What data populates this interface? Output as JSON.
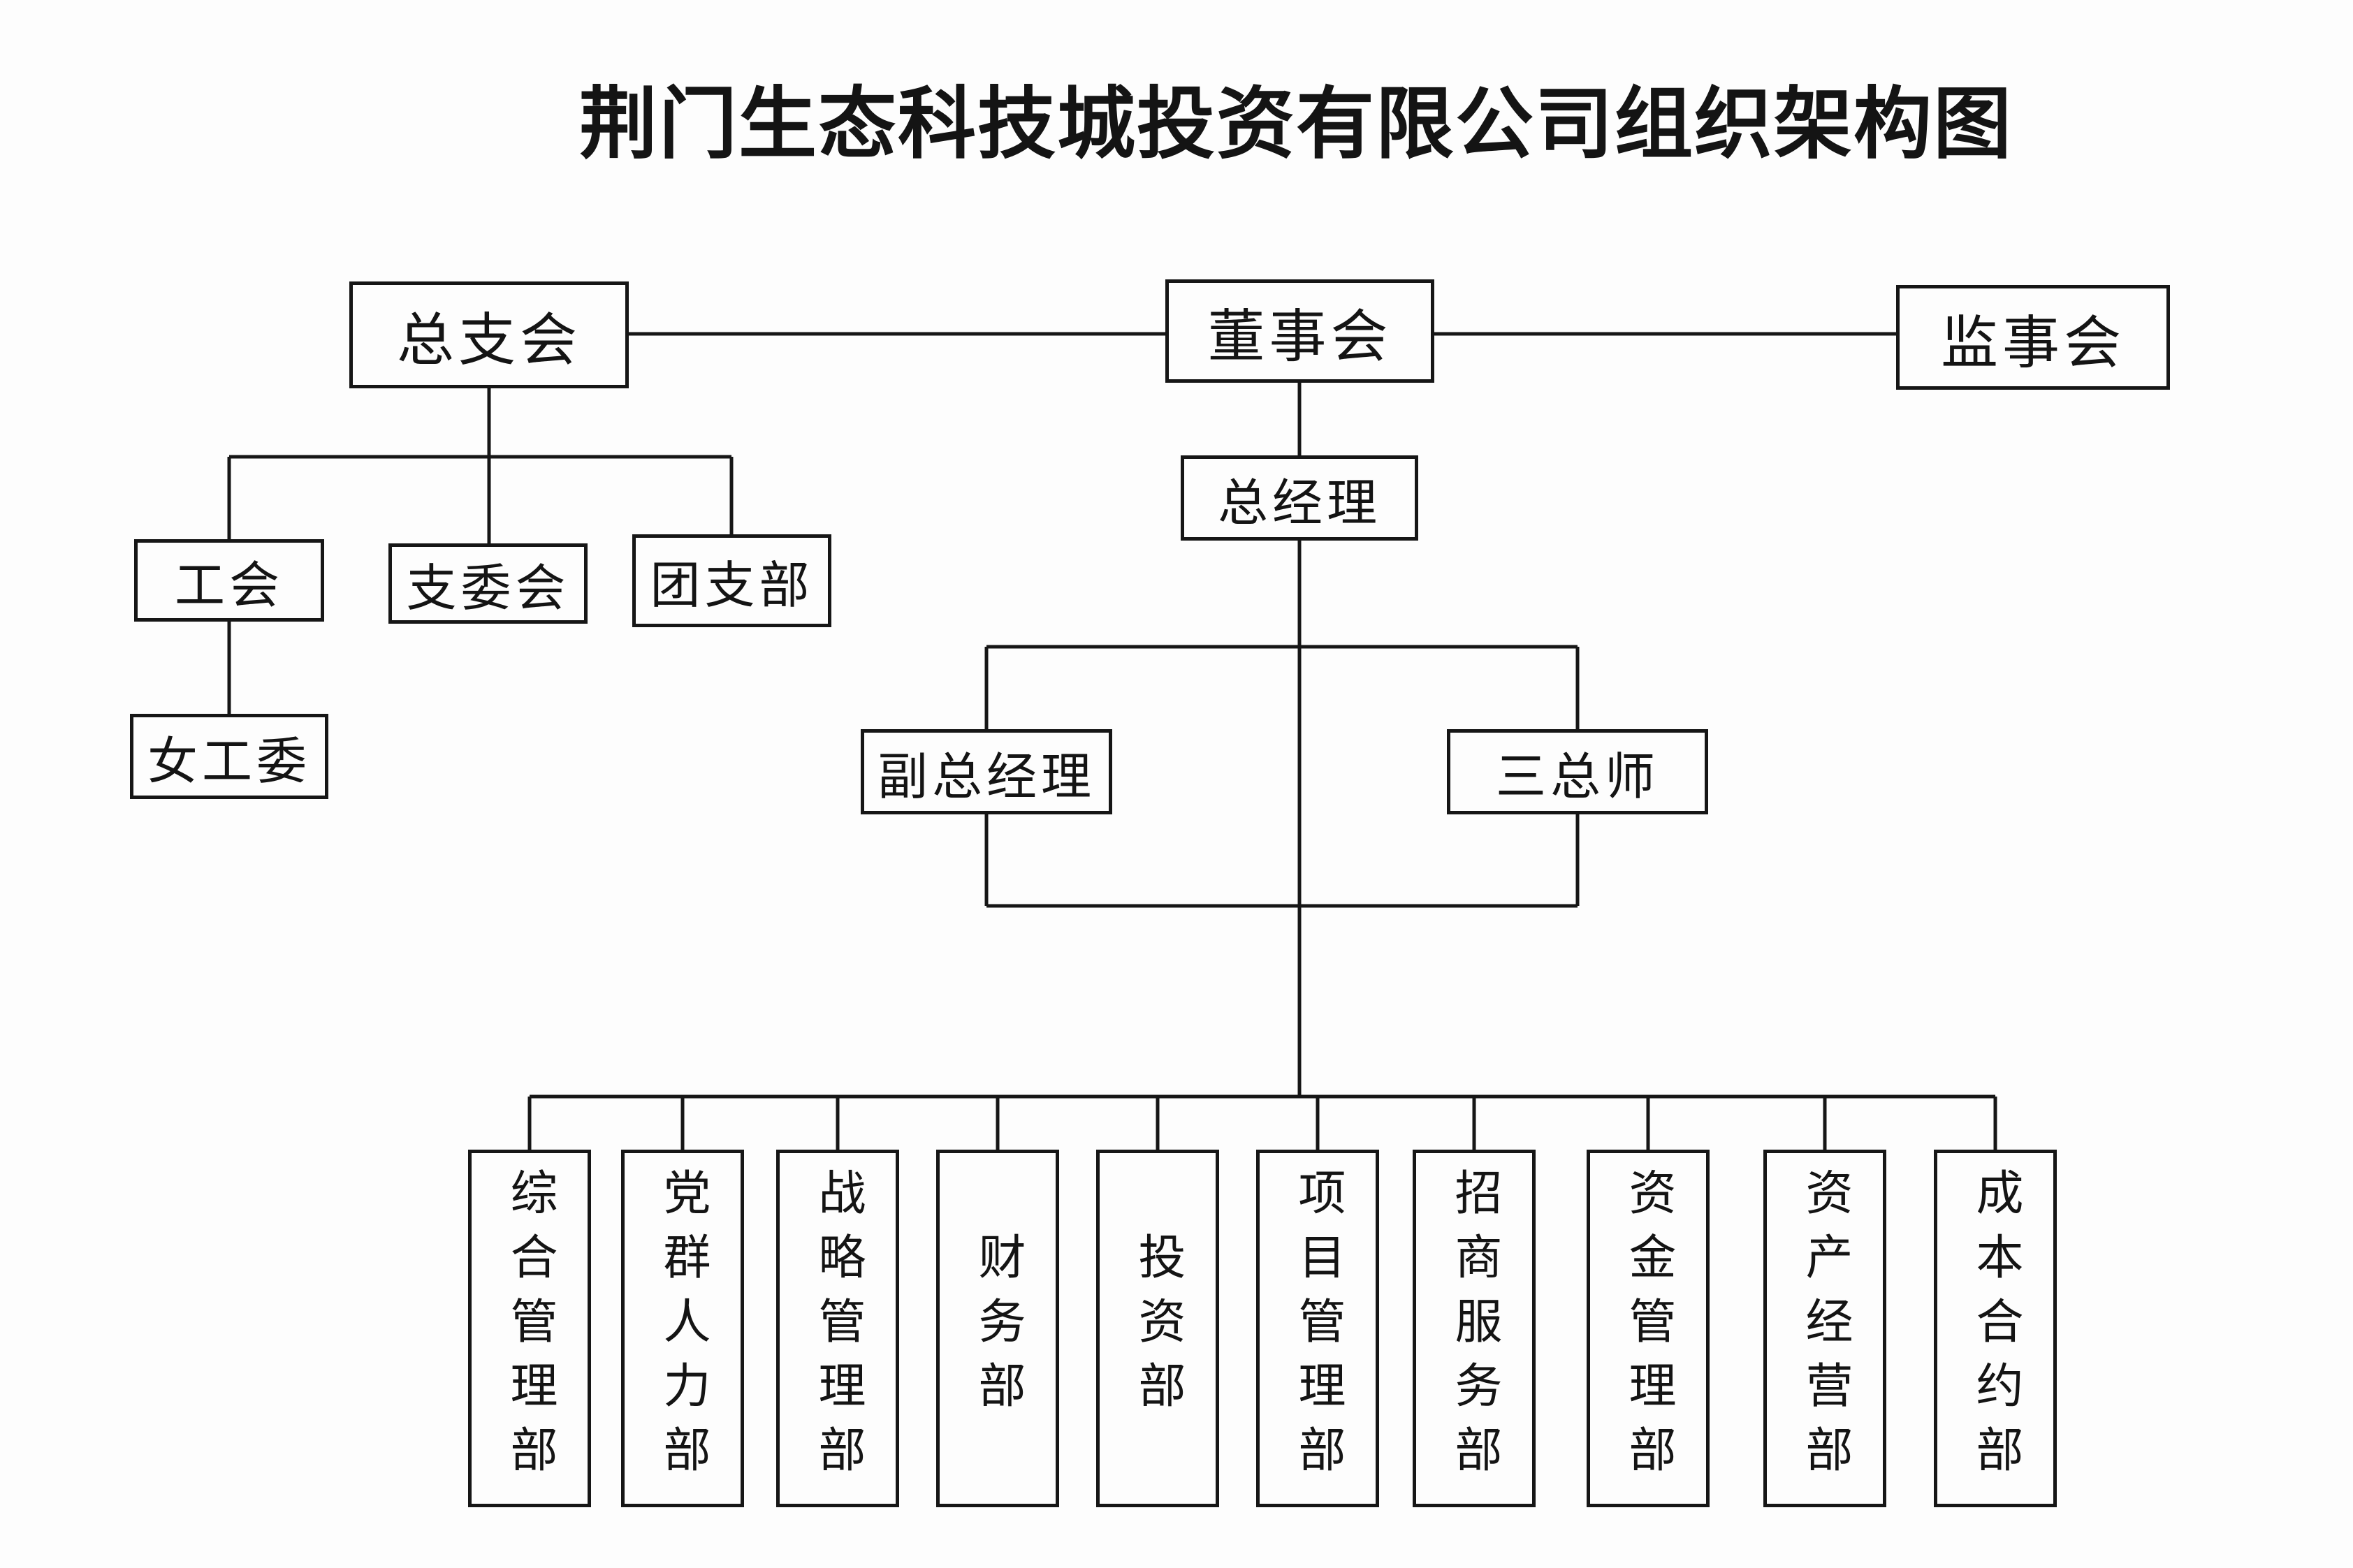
{
  "title": "荆门生态科技城投资有限公司组织架构图",
  "nodes": {
    "party_general_branch": {
      "label": "总支会"
    },
    "board_of_directors": {
      "label": "董事会"
    },
    "board_of_supervisors": {
      "label": "监事会"
    },
    "labor_union": {
      "label": "工会"
    },
    "branch_committee": {
      "label": "支委会"
    },
    "youth_league_branch": {
      "label": "团支部"
    },
    "women_workers_committee": {
      "label": "女工委"
    },
    "general_manager": {
      "label": "总经理"
    },
    "deputy_general_manager": {
      "label": "副总经理"
    },
    "three_chief_engineers": {
      "label": "三总师"
    }
  },
  "departments": [
    {
      "label": "综合管理部"
    },
    {
      "label": "党群人力部"
    },
    {
      "label": "战略管理部"
    },
    {
      "label": "财务部"
    },
    {
      "label": "投资部"
    },
    {
      "label": "项目管理部"
    },
    {
      "label": "招商服务部"
    },
    {
      "label": "资金管理部"
    },
    {
      "label": "资产经营部"
    },
    {
      "label": "成本合约部"
    }
  ]
}
